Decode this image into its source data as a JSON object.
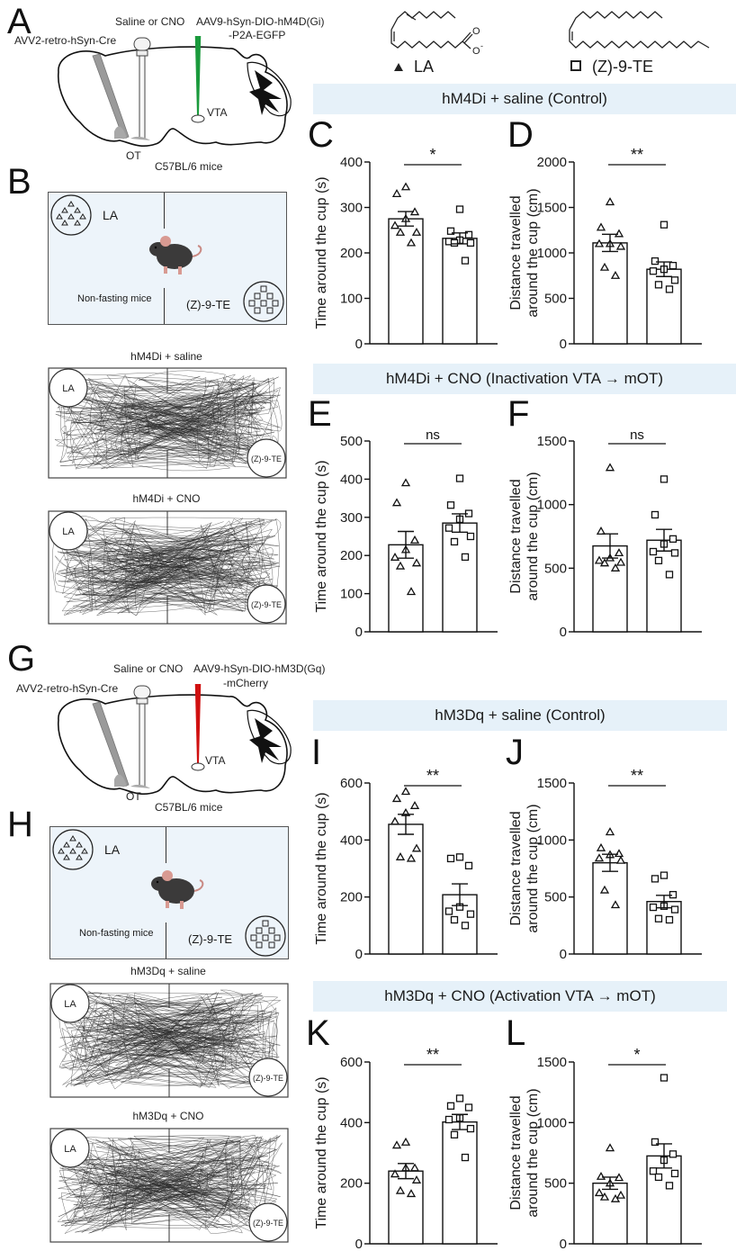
{
  "panels": {
    "A": {
      "letter": "A",
      "injection_left": "AVV2-retro-hSyn-Cre",
      "cannula": "Saline or CNO",
      "virus_line1": "AAV9-hSyn-DIO-hM4D(Gi)",
      "virus_line2": "-P2A-EGFP",
      "virus_color": "#1a9a3c",
      "region_vta": "VTA",
      "region_ot": "OT",
      "strain": "C57BL/6 mice"
    },
    "G": {
      "letter": "G",
      "injection_left": "AVV2-retro-hSyn-Cre",
      "cannula": "Saline or CNO",
      "virus_line1": "AAV9-hSyn-DIO-hM3D(Gq)",
      "virus_line2": "-mCherry",
      "virus_color": "#d01010",
      "region_vta": "VTA",
      "region_ot": "OT",
      "strain": "C57BL/6 mice"
    },
    "B": {
      "letter": "B",
      "left_odor": "LA",
      "right_odor": "(Z)-9-TE",
      "subject": "Non-fasting mice",
      "track1_title": "hM4Di + saline",
      "track2_title": "hM4Di + CNO",
      "track_left": "LA",
      "track_right": "(Z)-9-TE"
    },
    "H": {
      "letter": "H",
      "left_odor": "LA",
      "right_odor": "(Z)-9-TE",
      "subject": "Non-fasting mice",
      "track1_title": "hM3Dq + saline",
      "track2_title": "hM3Dq + CNO",
      "track_left": "LA",
      "track_right": "(Z)-9-TE"
    }
  },
  "legend": {
    "la_symbol": "triangle",
    "la_label": "LA",
    "te_symbol": "square",
    "te_label": "(Z)-9-TE"
  },
  "banners": {
    "b1": "hM4Di + saline (Control)",
    "b2": "hM4Di + CNO (Inactivation VTA → mOT)",
    "b3": "hM3Dq + saline (Control)",
    "b4": "hM3Dq + CNO (Activation VTA → mOT)"
  },
  "colors": {
    "banner_bg": "#e6f1f9",
    "arena_bg": "#edf4fa"
  },
  "chart_data": [
    {
      "id": "C",
      "type": "bar",
      "letter": "C",
      "ylabel": [
        "Time around the cup (s)"
      ],
      "categories": [
        "LA",
        "(Z)-9-TE"
      ],
      "ylim": [
        0,
        400
      ],
      "yticks": [
        0,
        100,
        200,
        300,
        400
      ],
      "significance": "*",
      "series": [
        {
          "name": "LA",
          "symbol": "triangle",
          "mean": 275,
          "sem": 16,
          "points": [
            345,
            330,
            290,
            275,
            260,
            245,
            245,
            222
          ]
        },
        {
          "name": "(Z)-9-TE",
          "symbol": "square",
          "mean": 232,
          "sem": 12,
          "points": [
            296,
            248,
            240,
            228,
            225,
            222,
            222,
            183
          ]
        }
      ]
    },
    {
      "id": "D",
      "type": "bar",
      "letter": "D",
      "ylabel": [
        "Distance travelled",
        "around the cup (cm)"
      ],
      "categories": [
        "LA",
        "(Z)-9-TE"
      ],
      "ylim": [
        0,
        2000
      ],
      "yticks": [
        0,
        500,
        1000,
        1500,
        2000
      ],
      "significance": "**",
      "series": [
        {
          "name": "LA",
          "symbol": "triangle",
          "mean": 1110,
          "sem": 95,
          "points": [
            1560,
            1280,
            1210,
            1100,
            1100,
            1070,
            840,
            750
          ]
        },
        {
          "name": "(Z)-9-TE",
          "symbol": "square",
          "mean": 820,
          "sem": 80,
          "points": [
            1310,
            910,
            860,
            820,
            800,
            700,
            650,
            600
          ]
        }
      ]
    },
    {
      "id": "E",
      "type": "bar",
      "letter": "E",
      "ylabel": [
        "Time around the cup (s)"
      ],
      "categories": [
        "LA",
        "(Z)-9-TE"
      ],
      "ylim": [
        0,
        500
      ],
      "yticks": [
        0,
        100,
        200,
        300,
        400,
        500
      ],
      "significance": "ns",
      "series": [
        {
          "name": "LA",
          "symbol": "triangle",
          "mean": 228,
          "sem": 35,
          "points": [
            390,
            338,
            240,
            215,
            195,
            180,
            172,
            105
          ]
        },
        {
          "name": "(Z)-9-TE",
          "symbol": "square",
          "mean": 285,
          "sem": 24,
          "points": [
            402,
            332,
            310,
            295,
            272,
            250,
            236,
            196
          ]
        }
      ]
    },
    {
      "id": "F",
      "type": "bar",
      "letter": "F",
      "ylabel": [
        "Distance travelled",
        "around the cup (cm)"
      ],
      "categories": [
        "LA",
        "(Z)-9-TE"
      ],
      "ylim": [
        0,
        1500
      ],
      "yticks": [
        0,
        500,
        1000,
        1500
      ],
      "significance": "ns",
      "series": [
        {
          "name": "LA",
          "symbol": "triangle",
          "mean": 675,
          "sem": 95,
          "points": [
            1290,
            790,
            620,
            580,
            560,
            545,
            540,
            500
          ]
        },
        {
          "name": "(Z)-9-TE",
          "symbol": "square",
          "mean": 720,
          "sem": 85,
          "points": [
            1200,
            920,
            730,
            690,
            630,
            620,
            560,
            450
          ]
        }
      ]
    },
    {
      "id": "I",
      "type": "bar",
      "letter": "I",
      "ylabel": [
        "Time around the cup (s)"
      ],
      "categories": [
        "LA",
        "(Z)-9-TE"
      ],
      "ylim": [
        0,
        600
      ],
      "yticks": [
        0,
        200,
        400,
        600
      ],
      "significance": "**",
      "series": [
        {
          "name": "LA",
          "symbol": "triangle",
          "mean": 455,
          "sem": 35,
          "points": [
            570,
            545,
            520,
            495,
            465,
            370,
            340,
            335
          ]
        },
        {
          "name": "(Z)-9-TE",
          "symbol": "square",
          "mean": 208,
          "sem": 38,
          "points": [
            340,
            335,
            310,
            165,
            150,
            140,
            120,
            100
          ]
        }
      ]
    },
    {
      "id": "J",
      "type": "bar",
      "letter": "J",
      "ylabel": [
        "Distance travelled",
        "around the cup (cm)"
      ],
      "categories": [
        "LA",
        "(Z)-9-TE"
      ],
      "ylim": [
        0,
        1500
      ],
      "yticks": [
        0,
        500,
        1000,
        1500
      ],
      "significance": "**",
      "series": [
        {
          "name": "LA",
          "symbol": "triangle",
          "mean": 800,
          "sem": 75,
          "points": [
            1070,
            930,
            880,
            870,
            840,
            820,
            560,
            430
          ]
        },
        {
          "name": "(Z)-9-TE",
          "symbol": "square",
          "mean": 460,
          "sem": 55,
          "points": [
            690,
            660,
            520,
            420,
            410,
            390,
            310,
            300
          ]
        }
      ]
    },
    {
      "id": "K",
      "type": "bar",
      "letter": "K",
      "ylabel": [
        "Time around the cup (s)"
      ],
      "categories": [
        "LA",
        "(Z)-9-TE"
      ],
      "ylim": [
        0,
        600
      ],
      "yticks": [
        0,
        200,
        400,
        600
      ],
      "significance": "**",
      "series": [
        {
          "name": "LA",
          "symbol": "triangle",
          "mean": 240,
          "sem": 25,
          "points": [
            335,
            325,
            250,
            250,
            230,
            210,
            175,
            165
          ]
        },
        {
          "name": "(Z)-9-TE",
          "symbol": "square",
          "mean": 402,
          "sem": 25,
          "points": [
            480,
            455,
            450,
            415,
            410,
            380,
            360,
            285
          ]
        }
      ]
    },
    {
      "id": "L",
      "type": "bar",
      "letter": "L",
      "ylabel": [
        "Distance travelled",
        "around the cup (cm)"
      ],
      "categories": [
        "LA",
        "(Z)-9-TE"
      ],
      "ylim": [
        0,
        1500
      ],
      "yticks": [
        0,
        500,
        1000,
        1500
      ],
      "significance": "*",
      "series": [
        {
          "name": "LA",
          "symbol": "triangle",
          "mean": 500,
          "sem": 50,
          "points": [
            790,
            555,
            545,
            500,
            420,
            400,
            385,
            370
          ]
        },
        {
          "name": "(Z)-9-TE",
          "symbol": "square",
          "mean": 725,
          "sem": 100,
          "points": [
            1370,
            840,
            740,
            690,
            600,
            580,
            550,
            480
          ]
        }
      ]
    }
  ]
}
